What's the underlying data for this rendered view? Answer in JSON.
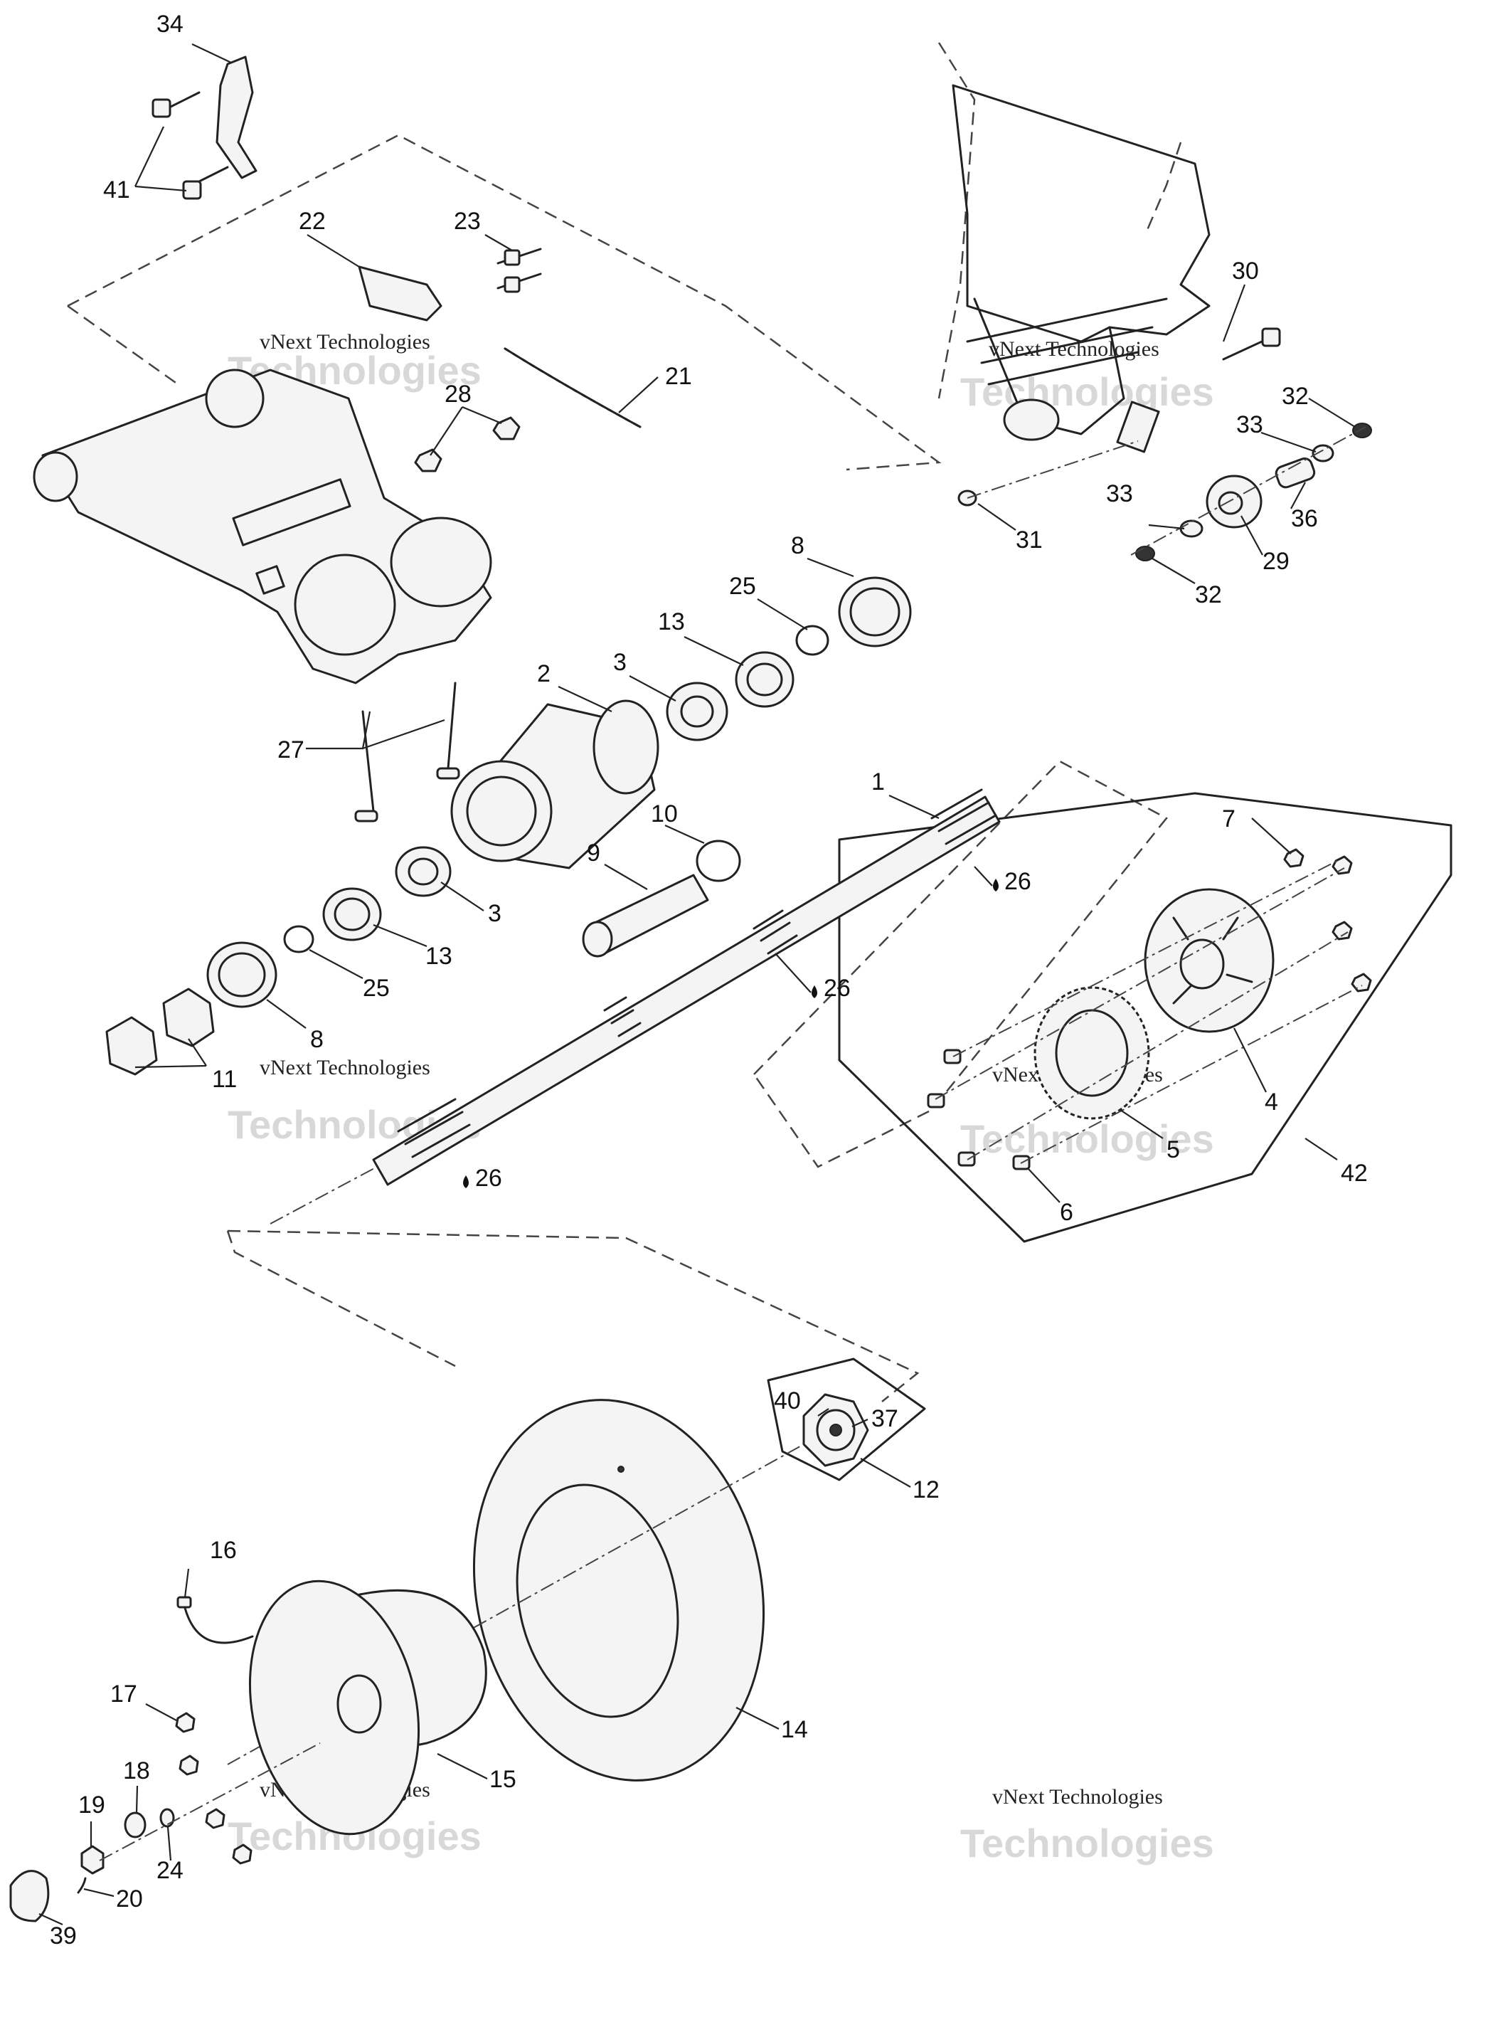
{
  "callouts": {
    "c1": "1",
    "c2": "2",
    "c3a": "3",
    "c3b": "3",
    "c4": "4",
    "c5": "5",
    "c6": "6",
    "c7": "7",
    "c8a": "8",
    "c8b": "8",
    "c9": "9",
    "c10": "10",
    "c11": "11",
    "c12": "12",
    "c13a": "13",
    "c13b": "13",
    "c14": "14",
    "c15": "15",
    "c16": "16",
    "c17": "17",
    "c18": "18",
    "c19": "19",
    "c20": "20",
    "c21": "21",
    "c22": "22",
    "c23": "23",
    "c24": "24",
    "c25a": "25",
    "c25b": "25",
    "c26a": "26",
    "c26b": "26",
    "c26c": "26",
    "c27": "27",
    "c28": "28",
    "c29": "29",
    "c30": "30",
    "c31": "31",
    "c32a": "32",
    "c32b": "32",
    "c33a": "33",
    "c33b": "33",
    "c34": "34",
    "c36": "36",
    "c37": "37",
    "c39": "39",
    "c40": "40",
    "c41": "41",
    "c42": "42"
  },
  "watermark": {
    "brand": "vNext",
    "text": "vNext Technologies",
    "big": "Technologies"
  }
}
